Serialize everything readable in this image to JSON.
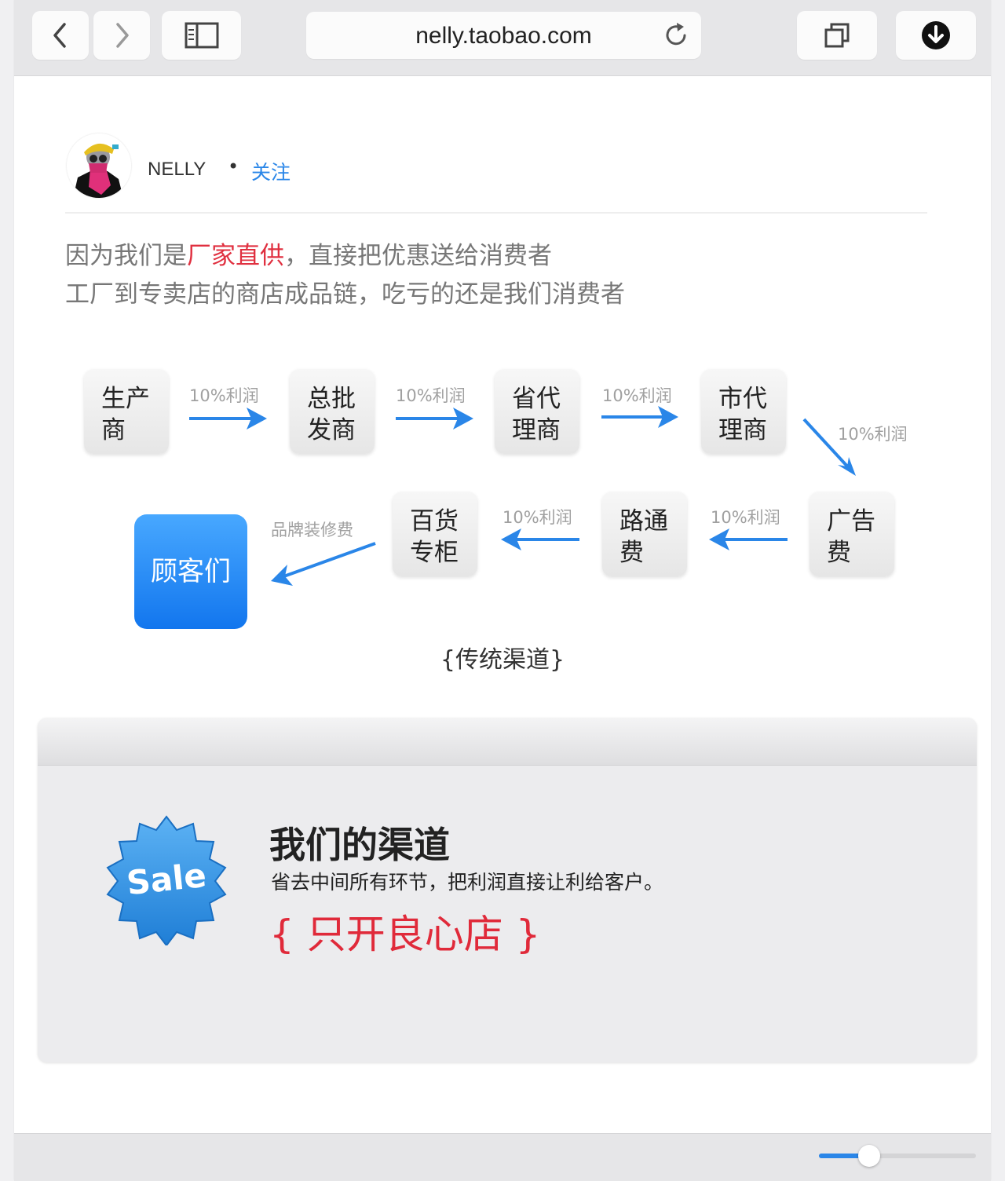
{
  "browser": {
    "url": "nelly.taobao.com",
    "back_icon": "chevron-left-icon",
    "forward_icon": "chevron-right-icon",
    "sidebar_icon": "sidebar-icon",
    "reload_icon": "reload-icon",
    "tabs_icon": "tabs-icon",
    "download_icon": "download-icon"
  },
  "profile": {
    "name": "NELLY",
    "separator": "•",
    "follow": "关注"
  },
  "intro": {
    "line1_pre": "因为我们是",
    "line1_highlight": "厂家直供",
    "line1_post": "，直接把优惠送给消费者",
    "line2": "工厂到专卖店的商店成品链，吃亏的还是我们消费者"
  },
  "flow": {
    "nodes": [
      {
        "l1": "生产",
        "l2": "商"
      },
      {
        "l1": "总批",
        "l2": "发商"
      },
      {
        "l1": "省代",
        "l2": "理商"
      },
      {
        "l1": "市代",
        "l2": "理商"
      },
      {
        "l1": "广告",
        "l2": "费"
      },
      {
        "l1": "路通",
        "l2": "费"
      },
      {
        "l1": "百货",
        "l2": "专柜"
      }
    ],
    "profit_label": "10%利润",
    "decor_label": "品牌装修费",
    "customer": "顾客们",
    "caption": "{传统渠道}"
  },
  "channel": {
    "badge": "Sale",
    "title": "我们的渠道",
    "desc": "省去中间所有环节，把利润直接让利给客户。",
    "slogan": "{ 只开良心店 }"
  },
  "zoom": {
    "level": 0.32
  },
  "colors": {
    "accent": "#2a86e8",
    "highlight": "#e03040",
    "customer_box": "#1e88f5"
  }
}
